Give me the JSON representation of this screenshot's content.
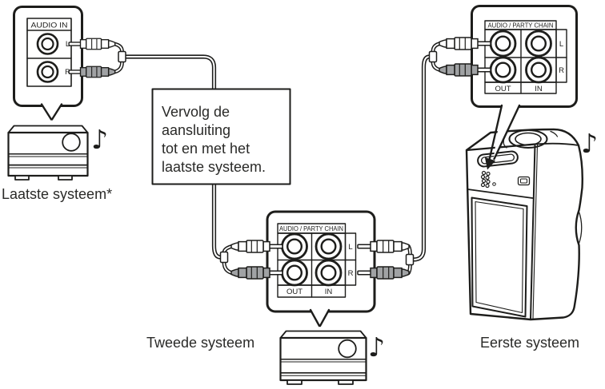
{
  "colors": {
    "line": "#1d1d1b",
    "text": "#2a2a28",
    "plug_gray": "#a0a2a4",
    "background": "#ffffff"
  },
  "note_box": {
    "lines": [
      "Vervolg de",
      "aansluiting",
      "tot en met het",
      "laatste systeem."
    ]
  },
  "labels": {
    "last_system": "Laatste systeem*",
    "second_system": "Tweede systeem",
    "first_system": "Eerste systeem"
  },
  "music_note": "♪",
  "panels": {
    "audio_in": {
      "title": "AUDIO IN",
      "rows": [
        "L",
        "R"
      ]
    },
    "party_second": {
      "title": "AUDIO / PARTY CHAIN",
      "rows": [
        "L",
        "R"
      ],
      "cols": [
        "OUT",
        "IN"
      ]
    },
    "party_first": {
      "title": "AUDIO / PARTY CHAIN",
      "rows": [
        "L",
        "R"
      ],
      "cols": [
        "OUT",
        "IN"
      ]
    }
  }
}
